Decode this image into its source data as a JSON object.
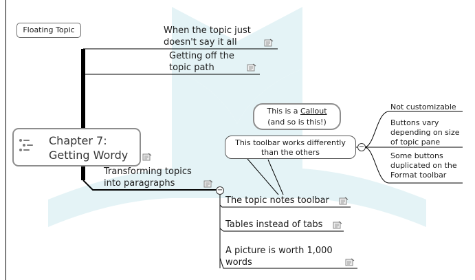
{
  "floating_topic": "Floating Topic",
  "central_topic": {
    "line1": "Chapter 7:",
    "line2": "Getting Wordy"
  },
  "branch_when": {
    "line1": "When the topic just",
    "line2": "doesn't say it all"
  },
  "branch_getting_off": {
    "line1": "Getting off the",
    "line2": "topic path"
  },
  "branch_transforming": {
    "line1": "Transforming topics",
    "line2": "into paragraphs"
  },
  "callout": {
    "prefix": "This is a ",
    "link": "Callout",
    "line2": "(and so is this!)"
  },
  "toolbar_topic": {
    "line1": "This toolbar works differently",
    "line2": "than the others"
  },
  "toolbar_subtopics": {
    "not_customizable": "Not customizable",
    "buttons_vary": {
      "line1": "Buttons vary",
      "line2": "depending on size",
      "line3": "of topic pane"
    },
    "some_buttons": {
      "line1": "Some buttons",
      "line2": "duplicated on the",
      "line3": "Format toolbar"
    }
  },
  "sub_topics": {
    "notes_toolbar": "The topic notes toolbar",
    "tables": "Tables instead of tabs",
    "picture": {
      "line1": "A picture is worth 1,000",
      "line2": "words"
    }
  },
  "colors": {
    "watermark": "#cfe9ef",
    "connector": "#000000",
    "box_border": "#8d8d8d"
  },
  "icons": [
    "note-icon",
    "bullets-icon",
    "collapse-icon"
  ]
}
